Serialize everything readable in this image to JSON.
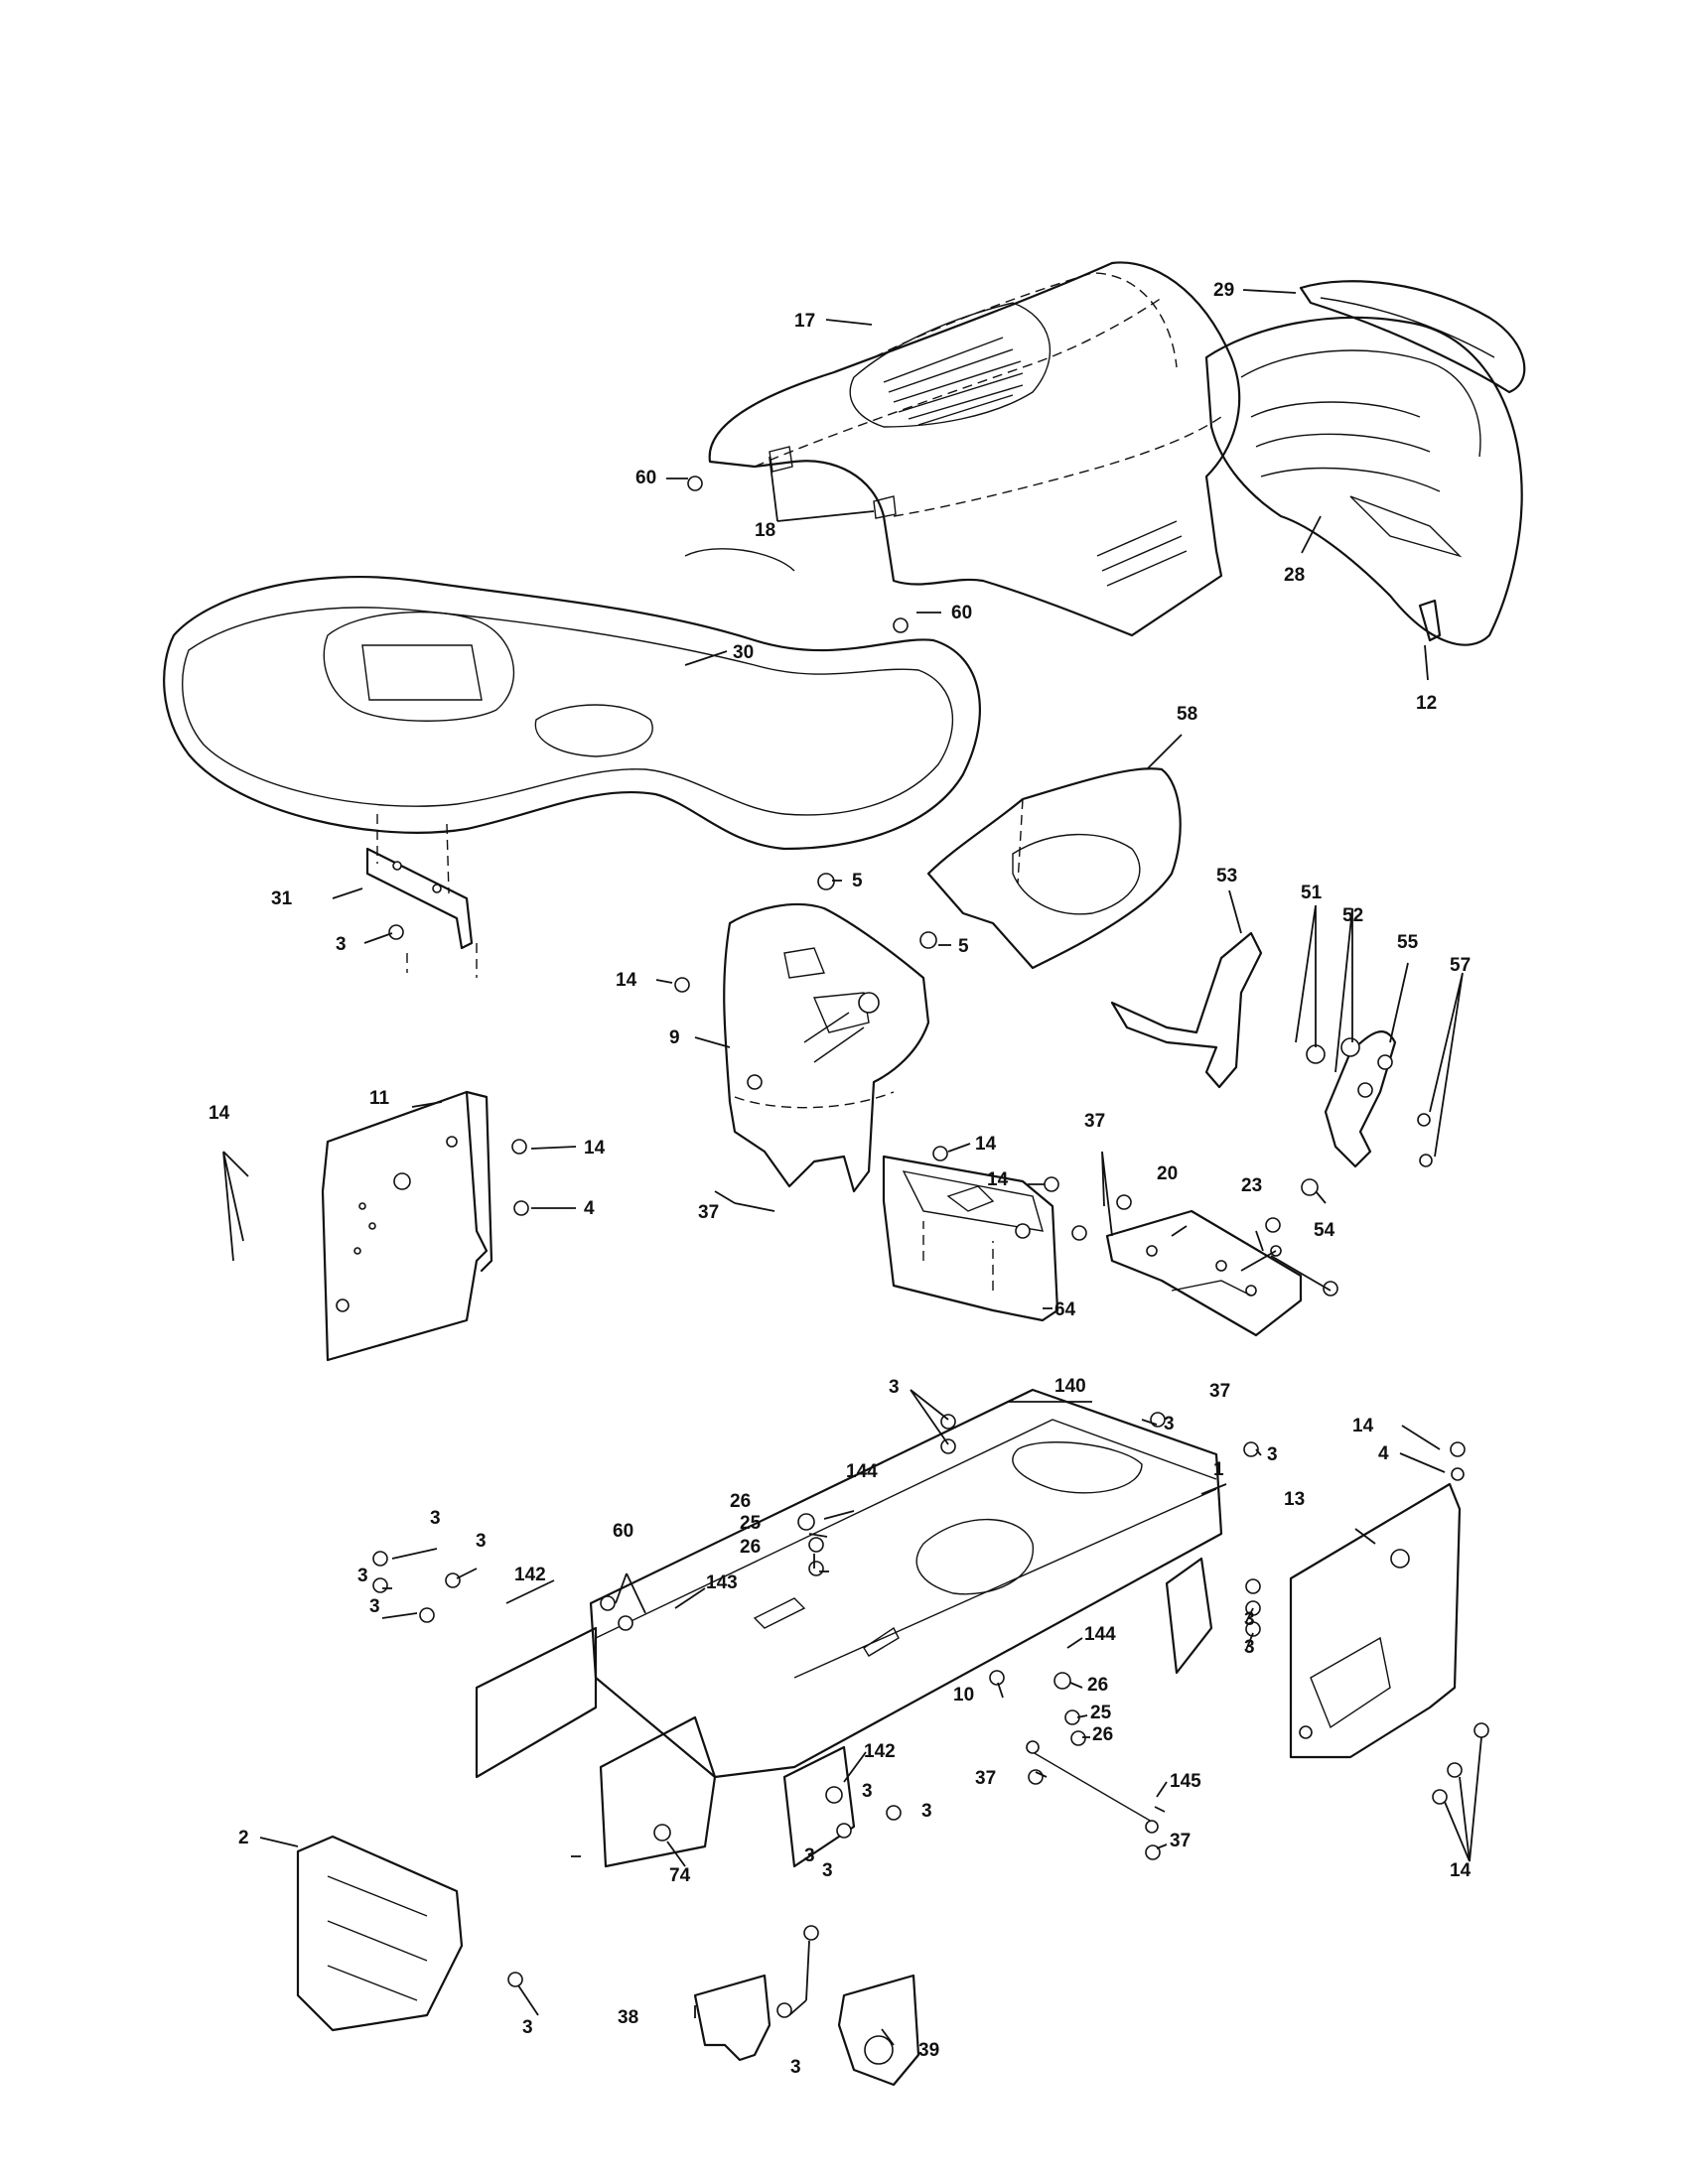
{
  "diagram": {
    "callouts": [
      {
        "id": "c17",
        "text": "17"
      },
      {
        "id": "c29",
        "text": "29"
      },
      {
        "id": "c60a",
        "text": "60"
      },
      {
        "id": "c18",
        "text": "18"
      },
      {
        "id": "c28",
        "text": "28"
      },
      {
        "id": "c60b",
        "text": "60"
      },
      {
        "id": "c30",
        "text": "30"
      },
      {
        "id": "c12",
        "text": "12"
      },
      {
        "id": "c58",
        "text": "58"
      },
      {
        "id": "c31",
        "text": "31"
      },
      {
        "id": "c3a",
        "text": "3"
      },
      {
        "id": "c5a",
        "text": "5"
      },
      {
        "id": "c5b",
        "text": "5"
      },
      {
        "id": "c53",
        "text": "53"
      },
      {
        "id": "c51",
        "text": "51"
      },
      {
        "id": "c52",
        "text": "52"
      },
      {
        "id": "c55",
        "text": "55"
      },
      {
        "id": "c57",
        "text": "57"
      },
      {
        "id": "c14a",
        "text": "14"
      },
      {
        "id": "c9",
        "text": "9"
      },
      {
        "id": "c14b",
        "text": "14"
      },
      {
        "id": "c11",
        "text": "11"
      },
      {
        "id": "c14c",
        "text": "14"
      },
      {
        "id": "c4a",
        "text": "4"
      },
      {
        "id": "c14d",
        "text": "14"
      },
      {
        "id": "c14e",
        "text": "14"
      },
      {
        "id": "c37a",
        "text": "37"
      },
      {
        "id": "c37b",
        "text": "37"
      },
      {
        "id": "c20",
        "text": "20"
      },
      {
        "id": "c23",
        "text": "23"
      },
      {
        "id": "c54",
        "text": "54"
      },
      {
        "id": "c64",
        "text": "64"
      },
      {
        "id": "c37c",
        "text": "37"
      },
      {
        "id": "c3b",
        "text": "3"
      },
      {
        "id": "c140",
        "text": "140"
      },
      {
        "id": "c3c",
        "text": "3"
      },
      {
        "id": "c14f",
        "text": "14"
      },
      {
        "id": "c4b",
        "text": "4"
      },
      {
        "id": "c3d",
        "text": "3"
      },
      {
        "id": "c1",
        "text": "1"
      },
      {
        "id": "c144a",
        "text": "144"
      },
      {
        "id": "c26a",
        "text": "26"
      },
      {
        "id": "c25a",
        "text": "25"
      },
      {
        "id": "c26b",
        "text": "26"
      },
      {
        "id": "c13",
        "text": "13"
      },
      {
        "id": "c3e",
        "text": "3"
      },
      {
        "id": "c3f",
        "text": "3"
      },
      {
        "id": "c3g",
        "text": "3"
      },
      {
        "id": "c3h",
        "text": "3"
      },
      {
        "id": "c142a",
        "text": "142"
      },
      {
        "id": "c60c",
        "text": "60"
      },
      {
        "id": "c143",
        "text": "143"
      },
      {
        "id": "c3i",
        "text": "3"
      },
      {
        "id": "c3j",
        "text": "3"
      },
      {
        "id": "c144b",
        "text": "144"
      },
      {
        "id": "c26c",
        "text": "26"
      },
      {
        "id": "c10",
        "text": "10"
      },
      {
        "id": "c25b",
        "text": "25"
      },
      {
        "id": "c26d",
        "text": "26"
      },
      {
        "id": "c142b",
        "text": "142"
      },
      {
        "id": "c37d",
        "text": "37"
      },
      {
        "id": "c145",
        "text": "145"
      },
      {
        "id": "c3k",
        "text": "3"
      },
      {
        "id": "c3l",
        "text": "3"
      },
      {
        "id": "c37e",
        "text": "37"
      },
      {
        "id": "c3m",
        "text": "3"
      },
      {
        "id": "c3n",
        "text": "3"
      },
      {
        "id": "c14g",
        "text": "14"
      },
      {
        "id": "c2",
        "text": "2"
      },
      {
        "id": "c74",
        "text": "74"
      },
      {
        "id": "c3o",
        "text": "3"
      },
      {
        "id": "c38",
        "text": "38"
      },
      {
        "id": "c3p",
        "text": "3"
      },
      {
        "id": "c39",
        "text": "39"
      }
    ]
  }
}
